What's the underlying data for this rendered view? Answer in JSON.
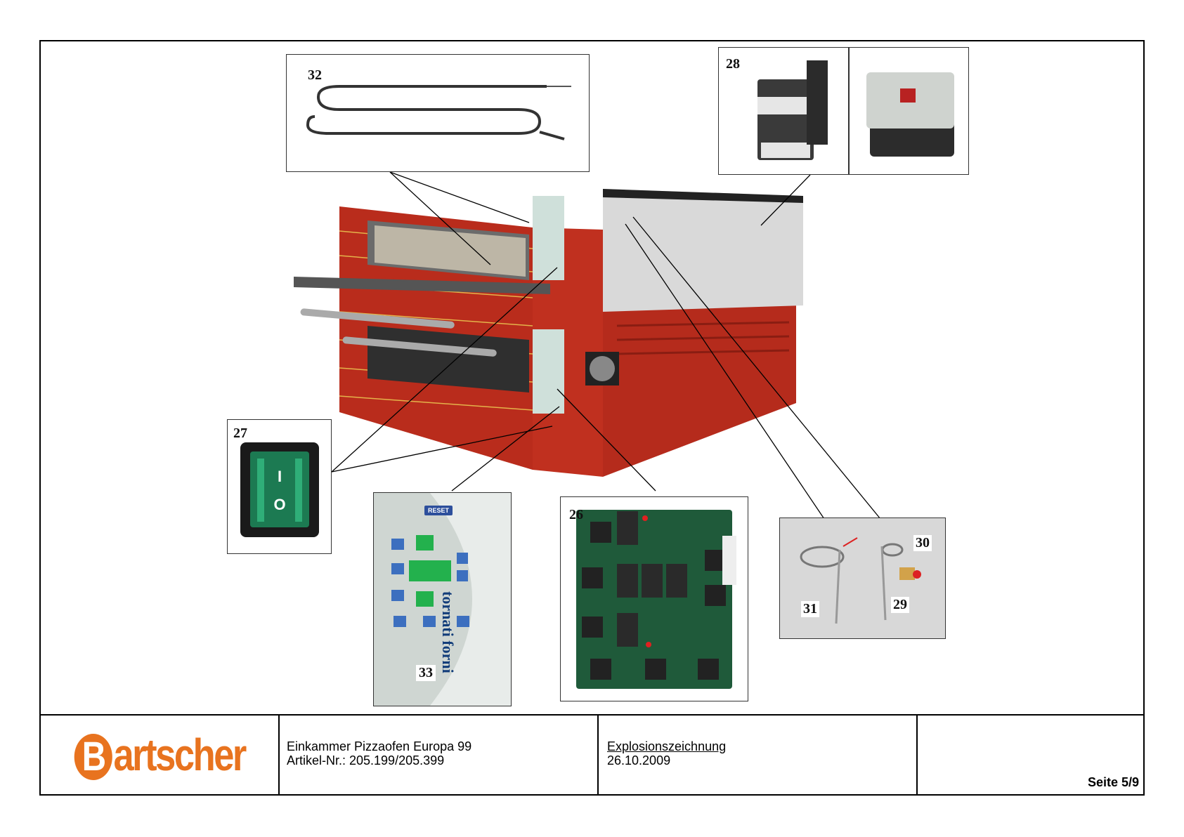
{
  "callouts": {
    "n26": "26",
    "n27": "27",
    "n28": "28",
    "n29": "29",
    "n30": "30",
    "n31": "31",
    "n32": "32",
    "n33": "33"
  },
  "panel": {
    "reset_label": "RESET",
    "brand_text": "tornati forni"
  },
  "footer": {
    "logo_text": "artscher",
    "logo_initial": "B",
    "product_line1": "Einkammer Pizzaofen Europa 99",
    "product_line2": "Artikel-Nr.: 205.199/205.399",
    "doc_type": "Explosionszeichnung",
    "doc_date": "26.10.2009",
    "page": "Seite 5/9"
  },
  "colors": {
    "oven_red": "#c0301f",
    "brand_orange": "#e8731f",
    "pcb_green": "#1f5a3a"
  }
}
